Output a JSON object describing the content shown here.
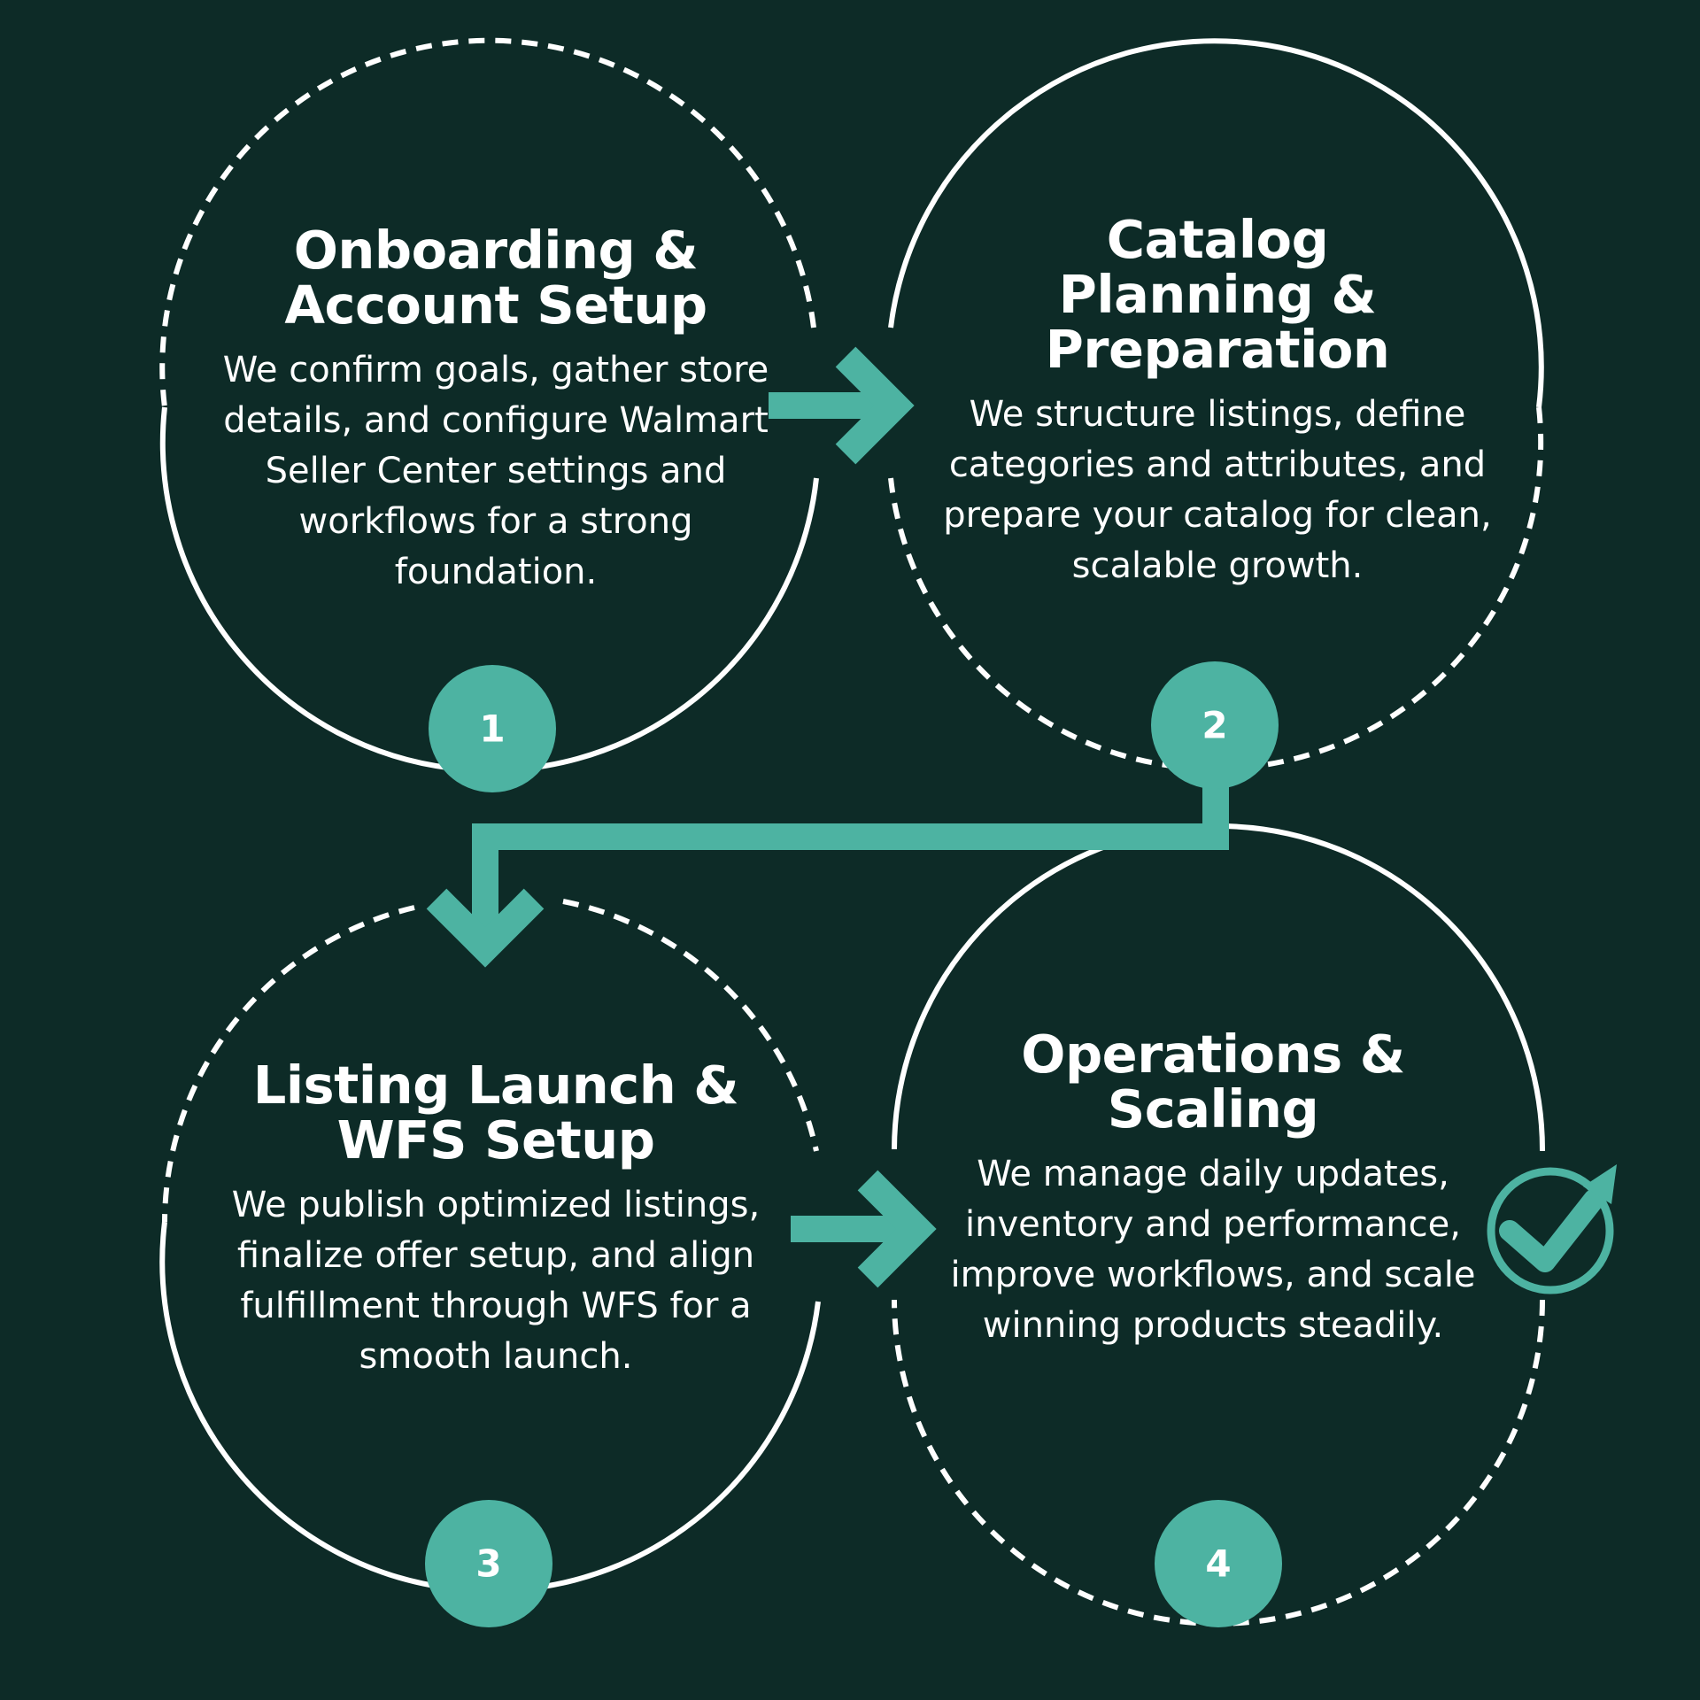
{
  "steps": [
    {
      "number": "1",
      "title": "Onboarding & Account Setup",
      "description": "We confirm goals, gather store details, and configure Walmart Seller Center settings and workflows for a strong foundation."
    },
    {
      "number": "2",
      "title": "Catalog Planning & Preparation",
      "description": "We structure listings, define categories and attributes, and prepare your catalog for clean, scalable growth."
    },
    {
      "number": "3",
      "title": "Listing Launch & WFS Setup",
      "description": "We publish optimized listings, finalize offer setup, and align fulfillment through WFS for a smooth launch."
    },
    {
      "number": "4",
      "title": "Operations & Scaling",
      "description": "We manage daily updates, inventory and performance, improve workflows, and scale winning products steadily."
    }
  ],
  "icons": {
    "completion": "checkmark-circle-icon"
  },
  "colors": {
    "background": "#0d2b27",
    "accent": "#4db3a2",
    "ring": "#ffffff",
    "text": "#ffffff"
  }
}
